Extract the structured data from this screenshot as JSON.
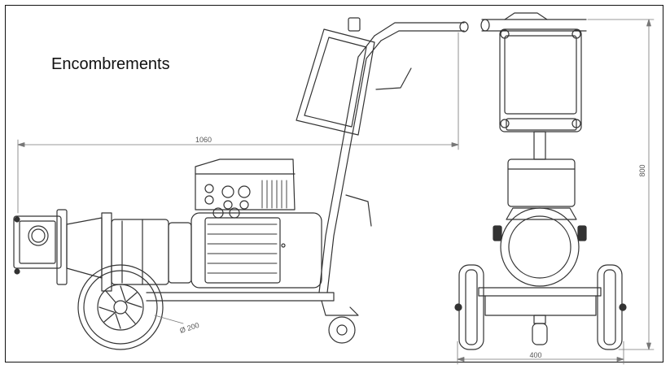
{
  "title": "Encombrements",
  "dimensions": {
    "length": "1060",
    "height": "800",
    "width": "400",
    "wheel_diameter": "Ø 200"
  }
}
